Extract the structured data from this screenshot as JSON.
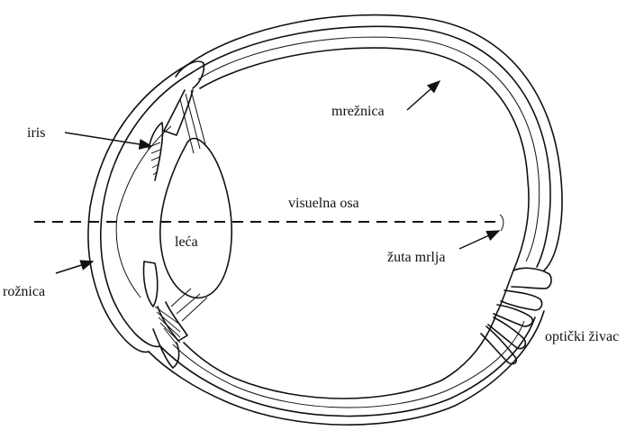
{
  "diagram": {
    "labels": {
      "iris": "iris",
      "mreznica": "mrežnica",
      "visuelna_osa": "visuelna osa",
      "leca": "leća",
      "zuta_mrlja": "žuta mrlja",
      "roznica": "rožnica",
      "opticki_zivac": "optički živac"
    }
  }
}
